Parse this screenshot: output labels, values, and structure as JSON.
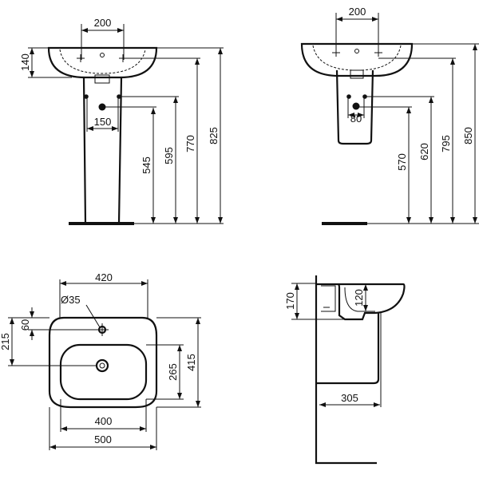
{
  "front_pedestal": {
    "tap_spacing": "200",
    "basin_height": "140",
    "waste_spacing": "150",
    "h_waste": "545",
    "h_supply": "595",
    "h_tap": "770",
    "h_rim": "825"
  },
  "front_semi_pedestal": {
    "tap_spacing": "200",
    "waste_spacing": "80",
    "h_waste": "570",
    "h_supply": "620",
    "h_tap": "795",
    "h_rim": "850"
  },
  "plan": {
    "inner_top_width": "420",
    "tap_hole": "Ø35",
    "tap_offset": "60",
    "drain_offset": "215",
    "bowl_depth": "265",
    "overall_depth": "415",
    "bowl_width": "400",
    "overall_width": "500"
  },
  "side": {
    "basin_height": "170",
    "bowl_depth": "120",
    "projection": "305"
  },
  "colors": {
    "line": "#111111",
    "background": "#ffffff"
  }
}
